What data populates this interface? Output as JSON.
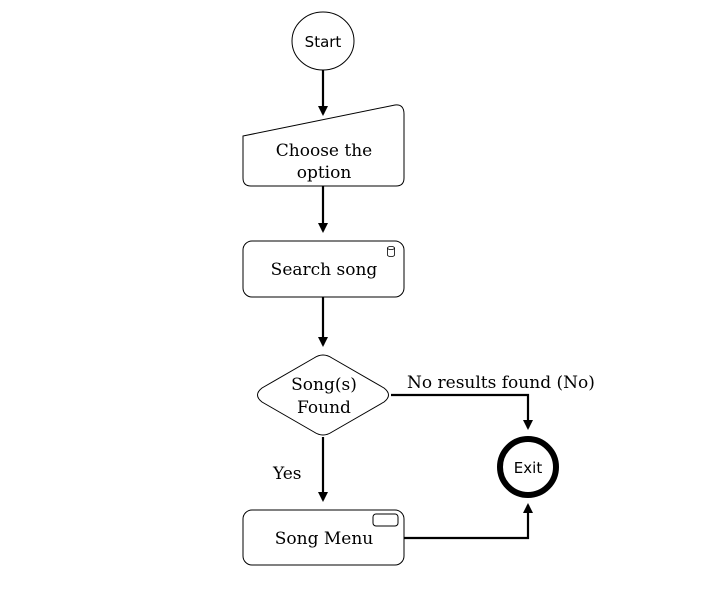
{
  "diagram": {
    "nodes": {
      "start": {
        "label": "Start"
      },
      "choose": {
        "line1": "Choose the",
        "line2": "option"
      },
      "search": {
        "label": "Search song",
        "icon": "database-icon"
      },
      "found": {
        "line1": "Song(s)",
        "line2": "Found"
      },
      "menu": {
        "label": "Song Menu",
        "icon": "screen-icon"
      },
      "exit": {
        "label": "Exit"
      }
    },
    "edges": {
      "no_label": "No results found  (No)",
      "yes_label": "Yes"
    }
  }
}
